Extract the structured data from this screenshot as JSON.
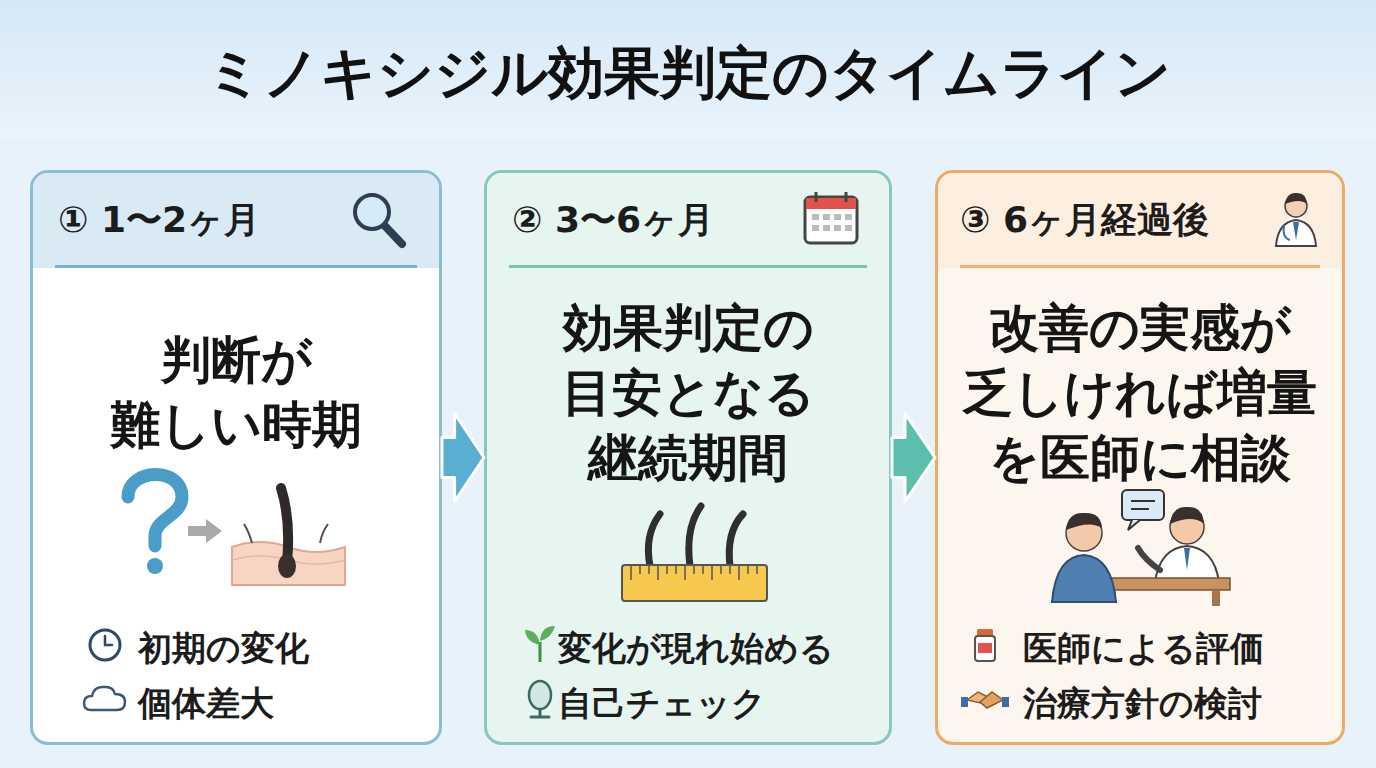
{
  "diagram": {
    "title": "ミノキシジル効果判定のタイムライン",
    "nodes": [
      {
        "text": [
          "① 1〜2ヶ月",
          "判断が 難しい時期",
          "初期の変化",
          "個体差大"
        ]
      },
      {
        "text": [
          "② 3〜6ヶ月",
          "効果判定の 目安となる 継続期間",
          "変化が現れ始める",
          "自己チェック"
        ]
      },
      {
        "text": [
          "③ 6ヶ月経過後",
          "改善の実感が 乏しければ増量 を医師に相談",
          "医師による評価",
          "治療方針の検討"
        ]
      }
    ],
    "edges": [
      {
        "from": 0,
        "to": 1,
        "arrow": "to"
      },
      {
        "from": 1,
        "to": 2,
        "arrow": "to"
      }
    ]
  }
}
